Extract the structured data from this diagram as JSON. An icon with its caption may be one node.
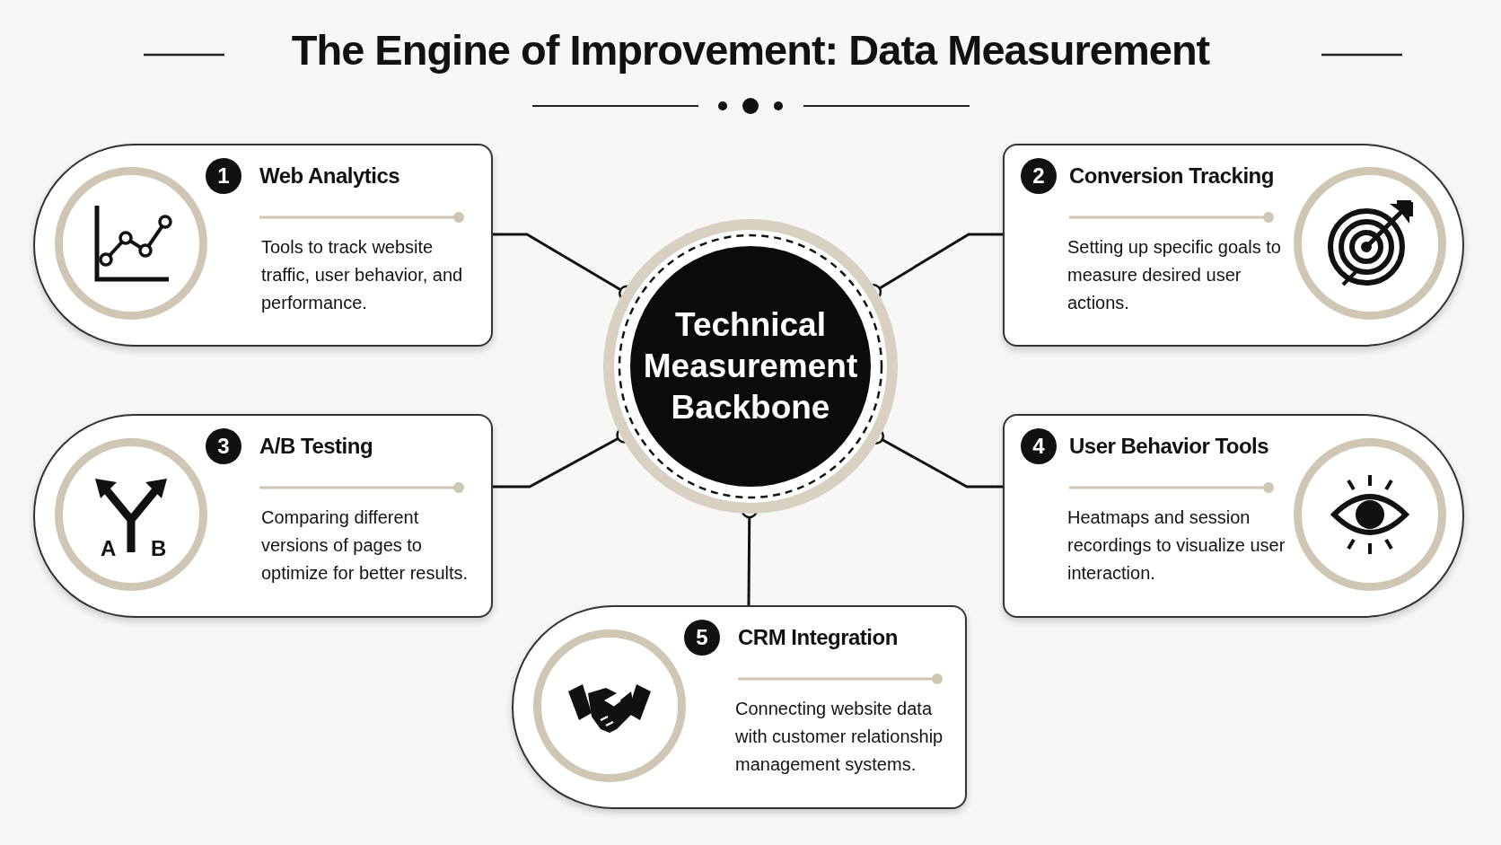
{
  "diagram": {
    "title": "The Engine of Improvement: Data Measurement",
    "nodes": [
      {
        "text": [
          "Technical Measurement Backbone"
        ]
      },
      {
        "text": [
          "1",
          "Web Analytics",
          "Tools to track website traffic, user behavior, and performance."
        ]
      },
      {
        "text": [
          "2",
          "Conversion Tracking",
          "Setting up specific goals to measure desired user actions."
        ]
      },
      {
        "text": [
          "3",
          "A/B Testing",
          "Comparing different versions of pages to optimize for better results."
        ]
      },
      {
        "text": [
          "4",
          "User Behavior Tools",
          "Heatmaps and session recordings to visualize user interaction."
        ]
      },
      {
        "text": [
          "5",
          "CRM Integration",
          "Connecting website data with customer relationship management systems."
        ]
      }
    ],
    "edges": [
      {
        "from": 1,
        "to": 0,
        "arrow": "other"
      },
      {
        "from": 2,
        "to": 0,
        "arrow": "other"
      },
      {
        "from": 3,
        "to": 0,
        "arrow": "other"
      },
      {
        "from": 4,
        "to": 0,
        "arrow": "other"
      },
      {
        "from": 5,
        "to": 0,
        "arrow": "other"
      }
    ],
    "labels": [
      "A",
      "B"
    ]
  }
}
